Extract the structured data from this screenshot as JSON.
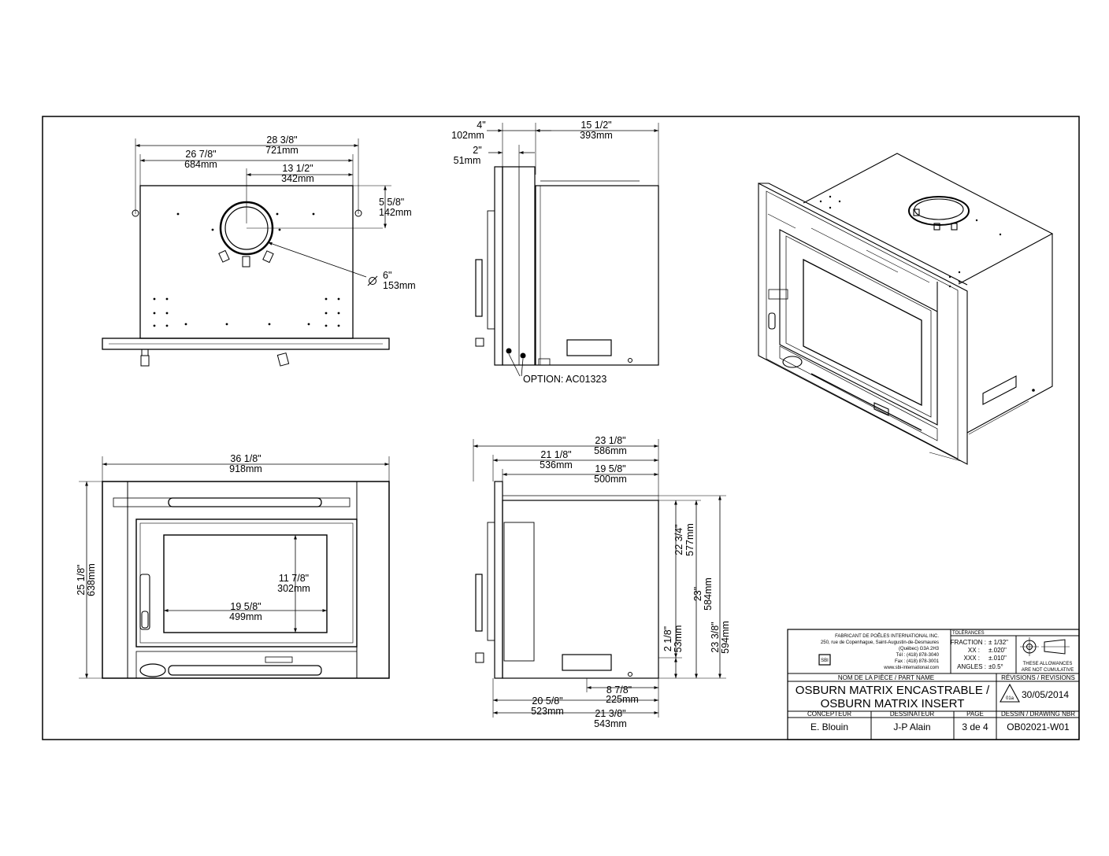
{
  "top_view": {
    "overall_width": {
      "in": "28  3/8\"",
      "mm": "721mm"
    },
    "inner_width": {
      "in": "26  7/8\"",
      "mm": "684mm"
    },
    "flue_offset_x": {
      "in": "13  1/2\"",
      "mm": "342mm"
    },
    "flue_offset_y": {
      "in": "5  5/8\"",
      "mm": "142mm"
    },
    "flue_diameter": {
      "in": "6\"",
      "mm": "153mm"
    }
  },
  "side_view_top": {
    "depth_front": {
      "in": "4\"",
      "mm": "102mm"
    },
    "depth_body": {
      "in": "15  1/2\"",
      "mm": "393mm"
    },
    "depth_face": {
      "in": "2\"",
      "mm": "51mm"
    },
    "option_label": "OPTION: AC01323"
  },
  "front_view": {
    "overall_width": {
      "in": "36  1/8\"",
      "mm": "918mm"
    },
    "overall_height": {
      "in": "25  1/8\"",
      "mm": "638mm"
    },
    "glass_height": {
      "in": "11  7/8\"",
      "mm": "302mm"
    },
    "glass_width": {
      "in": "19  5/8\"",
      "mm": "499mm"
    }
  },
  "side_view_bottom": {
    "total_depth": {
      "in": "23  1/8\"",
      "mm": "586mm"
    },
    "depth_a": {
      "in": "21  1/8\"",
      "mm": "536mm"
    },
    "depth_b": {
      "in": "19  5/8\"",
      "mm": "500mm"
    },
    "height_a": {
      "in": "22  3/4\"",
      "mm": "577mm"
    },
    "height_b": {
      "in": "23\"",
      "mm": "584mm"
    },
    "height_c": {
      "in": "23  3/8\"",
      "mm": "594mm"
    },
    "leg_height": {
      "in": "2  1/8\"",
      "mm": "53mm"
    },
    "leg_offset": {
      "in": "8  7/8\"",
      "mm": "225mm"
    },
    "base_depth_a": {
      "in": "20  5/8\"",
      "mm": "523mm"
    },
    "base_depth_b": {
      "in": "21  3/8\"",
      "mm": "543mm"
    }
  },
  "title_block": {
    "company_lines": [
      "FABRICANT DE POÊLES INTERNATIONAL INC.",
      "250, rue de Copenhague, Saint-Augustin-de-Desmaures",
      "(Québec) G3A 2H3",
      "Tél : (418) 878-3040",
      "Fax : (418) 878-3001",
      "www.sbi-international.com"
    ],
    "logo_text": "SBI",
    "tolerances_header": "TOLÉRANCES",
    "tolerances": [
      {
        "label": "FRACTION :",
        "value": "± 1/32\""
      },
      {
        "label": "XX :",
        "value": "±.020\""
      },
      {
        "label": "XXX :",
        "value": "±.010\""
      },
      {
        "label": "ANGLES :",
        "value": "±0.5°"
      }
    ],
    "tolerance_note_1": "THESE ALLOWANCES",
    "tolerance_note_2": "ARE NOT CUMULATIVE",
    "part_name_label": "NOM DE LA PIÈCE / PART NAME",
    "part_name_line1": "OSBURN MATRIX ENCASTRABLE /",
    "part_name_line2": "OSBURN MATRIX INSERT",
    "revisions_label": "RÉVISIONS / REVISIONS",
    "revision_mark": "01a",
    "revision_date": "30/05/2014",
    "designer_label": "CONCEPTEUR",
    "designer": "E. Blouin",
    "drafter_label": "DESSINATEUR",
    "drafter": "J-P Alain",
    "page_label": "PAGE",
    "page": "3 de 4",
    "drawing_no_label": "DESSIN / DRAWING NBR",
    "drawing_no": "OB02021-W01"
  }
}
